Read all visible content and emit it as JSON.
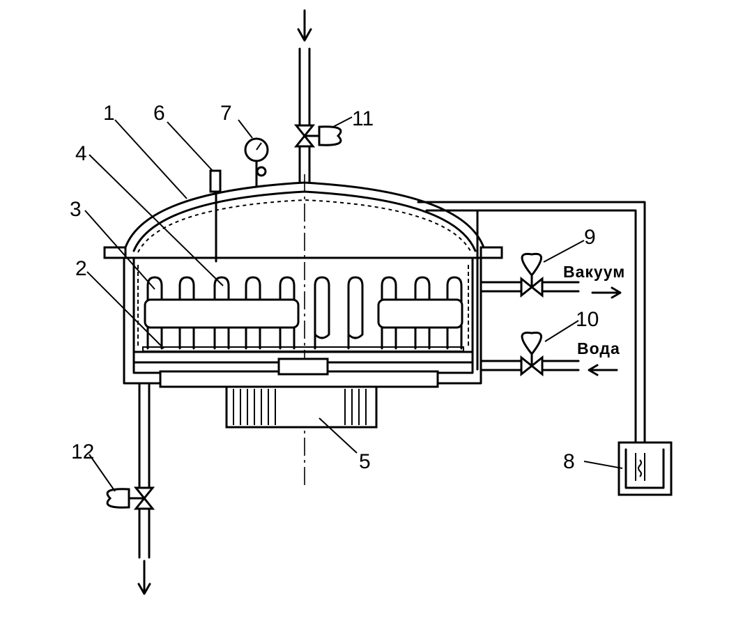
{
  "labels": {
    "n1": "1",
    "n2": "2",
    "n3": "3",
    "n4": "4",
    "n5": "5",
    "n6": "6",
    "n7": "7",
    "n8": "8",
    "n9": "9",
    "n10": "10",
    "n11": "11",
    "n12": "12",
    "vacuum": "Вакуум",
    "water": "Вода"
  }
}
